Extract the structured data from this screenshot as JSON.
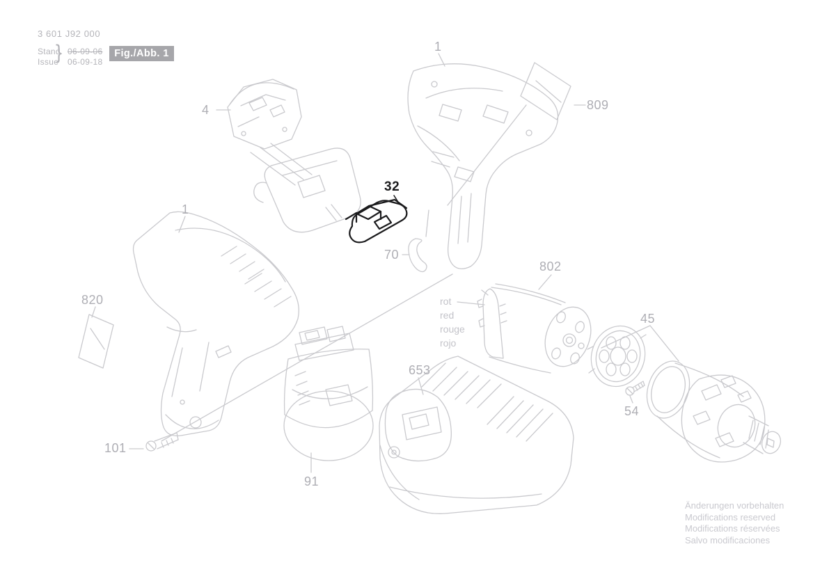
{
  "header": {
    "type_number": "3 601 J92 000",
    "stand_label": "Stand",
    "issue_label": "Issue",
    "brace": "}",
    "stand_date": "06-09-06",
    "issue_date": "06-09-18",
    "figure_label": "Fig./Abb. 1"
  },
  "callouts": {
    "switch_assembly": "4",
    "housing_right": "1",
    "sticker_right": "809",
    "housing_left": "1",
    "sticker_left": "820",
    "battery_release_button": "32",
    "spring_clip": "70",
    "motor": "802",
    "gear_assembly": "45",
    "screw_gear": "54",
    "battery_pack": "91",
    "charger": "653",
    "screw_handle": "101"
  },
  "wire_color_note": {
    "de": "rot",
    "en": "red",
    "fr": "rouge",
    "es": "rojo"
  },
  "footer_lines": [
    "Änderungen vorbehalten",
    "Modifications reserved",
    "Modifications réservées",
    "Salvo modificaciones"
  ],
  "colors": {
    "line_art": "#c9c9cd",
    "callout_text": "#aeaeb4",
    "highlight_part": "#1b1b1d",
    "figure_box_bg": "#a6a6aa",
    "figure_box_text": "#ffffff",
    "footer_text": "#c9c9cf",
    "background": "#ffffff"
  }
}
